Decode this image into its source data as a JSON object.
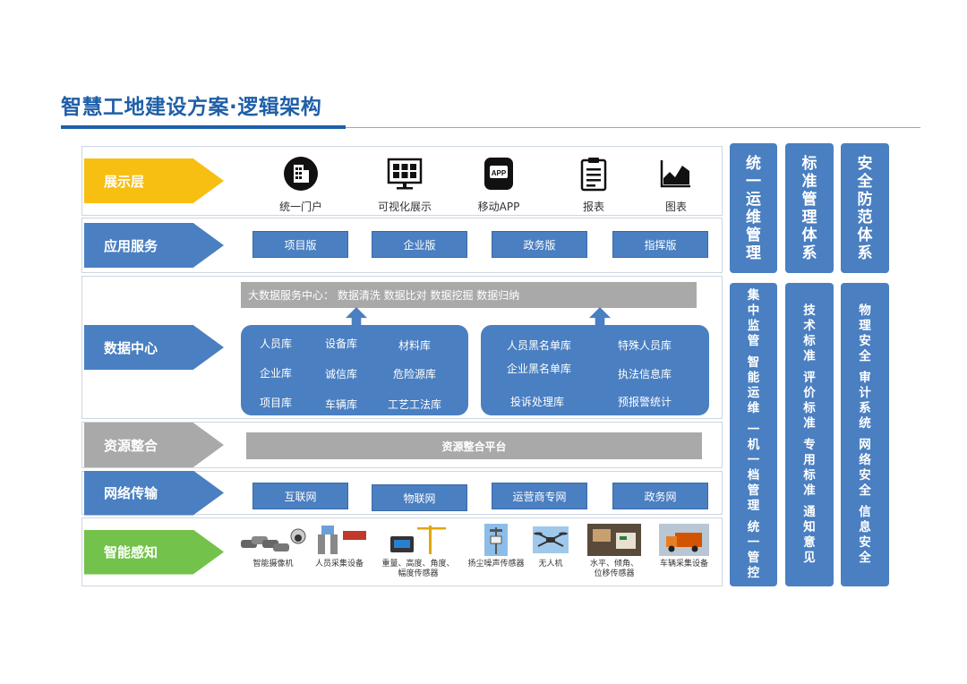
{
  "title": "智慧工地建设方案·逻辑架构",
  "layers": {
    "display": {
      "label": "展示层",
      "items": [
        "统一门户",
        "可视化展示",
        "移动APP",
        "报表",
        "图表"
      ],
      "app_badge": "APP"
    },
    "application": {
      "label": "应用服务",
      "items": [
        "项目版",
        "企业版",
        "政务版",
        "指挥版"
      ]
    },
    "data_center": {
      "label": "数据中心",
      "bigdata": "大数据服务中心：  数据清洗  数据比对  数据挖掘  数据归纳",
      "left_items": [
        "人员库",
        "设备库",
        "材料库",
        "企业库",
        "诚信库",
        "危险源库",
        "项目库",
        "车辆库",
        "工艺工法库"
      ],
      "right_items": [
        "人员黑名单库",
        "特殊人员库",
        "企业黑名单库",
        "执法信息库",
        "投诉处理库",
        "预报警统计"
      ]
    },
    "resource": {
      "label": "资源整合",
      "platform": "资源整合平台"
    },
    "network": {
      "label": "网络传输",
      "items": [
        "互联网",
        "物联网",
        "运营商专网",
        "政务网"
      ]
    },
    "perception": {
      "label": "智能感知",
      "devices": [
        "智能摄像机",
        "人员采集设备",
        "重量、高度、角度、",
        "幅度传感器",
        "扬尘噪声传感器",
        "无人机",
        "水平、倾角、",
        "位移传感器",
        "车辆采集设备"
      ]
    }
  },
  "side_panels": {
    "top": [
      "统一运维管理",
      "标准管理体系",
      "安全防范体系"
    ],
    "bottom": [
      [
        "集中监管",
        "智能运维",
        "一机一档管理",
        "统一管控"
      ],
      [
        "技术标准",
        "评价标准",
        "专用标准",
        "通知意见"
      ],
      [
        "物理安全",
        "审计系统",
        "网络安全",
        "信息安全"
      ]
    ]
  },
  "colors": {
    "primary_blue": "#4a7fc1",
    "title_blue": "#1f5fa8",
    "yellow": "#f8bf13",
    "gray": "#a9a9a9",
    "green": "#73c24c"
  }
}
